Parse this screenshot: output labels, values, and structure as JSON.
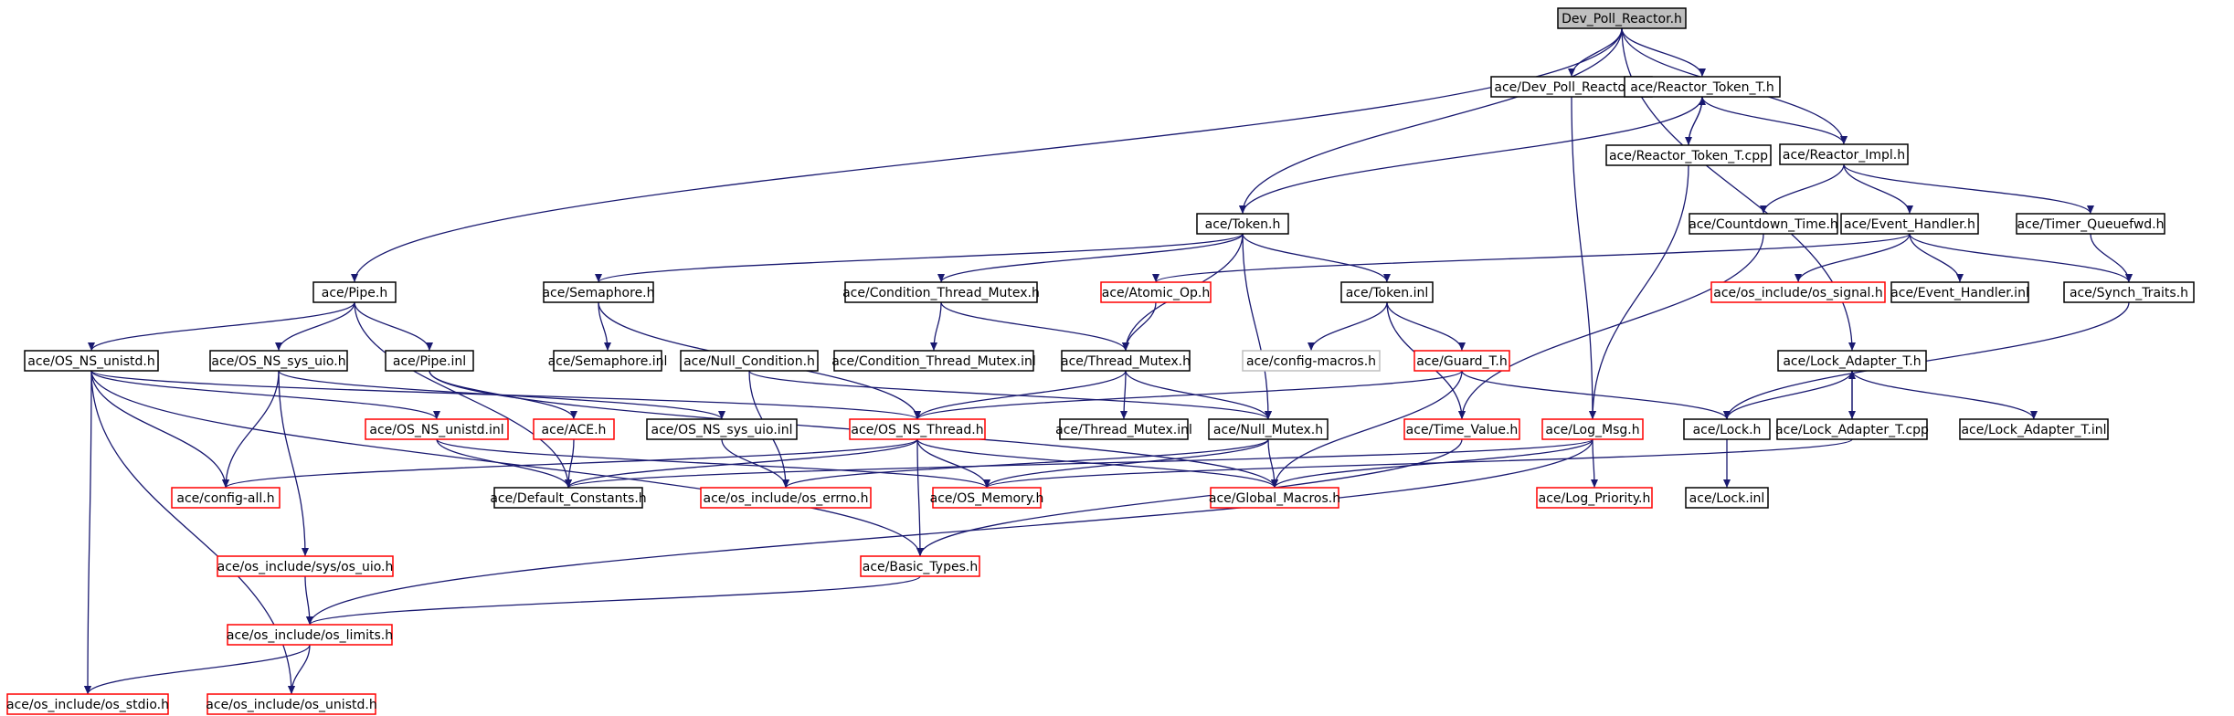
{
  "colors": {
    "edge": "#191970",
    "normal_border": "#000000",
    "truncated_border": "#ff0000",
    "external_border": "#bfbfbf",
    "root_fill": "#bfbfbf",
    "fill": "#ffffff"
  },
  "nodes": [
    {
      "id": "root",
      "label": "Dev_Poll_Reactor.h",
      "kind": "root"
    },
    {
      "id": "dpr_inl",
      "label": "ace/Dev_Poll_Reactor.inl",
      "kind": "normal"
    },
    {
      "id": "rtt_h",
      "label": "ace/Reactor_Token_T.h",
      "kind": "normal"
    },
    {
      "id": "rtt_cpp",
      "label": "ace/Reactor_Token_T.cpp",
      "kind": "normal"
    },
    {
      "id": "reactor_impl",
      "label": "ace/Reactor_Impl.h",
      "kind": "normal"
    },
    {
      "id": "token_h",
      "label": "ace/Token.h",
      "kind": "normal"
    },
    {
      "id": "countdown",
      "label": "ace/Countdown_Time.h",
      "kind": "normal"
    },
    {
      "id": "event_handler",
      "label": "ace/Event_Handler.h",
      "kind": "normal"
    },
    {
      "id": "timer_qfwd",
      "label": "ace/Timer_Queuefwd.h",
      "kind": "normal"
    },
    {
      "id": "pipe_h",
      "label": "ace/Pipe.h",
      "kind": "normal"
    },
    {
      "id": "semaphore_h",
      "label": "ace/Semaphore.h",
      "kind": "normal"
    },
    {
      "id": "ctm_h",
      "label": "ace/Condition_Thread_Mutex.h",
      "kind": "normal"
    },
    {
      "id": "atomic_op",
      "label": "ace/Atomic_Op.h",
      "kind": "truncated"
    },
    {
      "id": "token_inl",
      "label": "ace/Token.inl",
      "kind": "normal"
    },
    {
      "id": "os_signal",
      "label": "ace/os_include/os_signal.h",
      "kind": "truncated"
    },
    {
      "id": "eh_inl",
      "label": "ace/Event_Handler.inl",
      "kind": "normal"
    },
    {
      "id": "synch_traits",
      "label": "ace/Synch_Traits.h",
      "kind": "normal"
    },
    {
      "id": "os_ns_unistd_h",
      "label": "ace/OS_NS_unistd.h",
      "kind": "normal"
    },
    {
      "id": "os_ns_sys_uio_h",
      "label": "ace/OS_NS_sys_uio.h",
      "kind": "normal"
    },
    {
      "id": "pipe_inl",
      "label": "ace/Pipe.inl",
      "kind": "normal"
    },
    {
      "id": "semaphore_inl",
      "label": "ace/Semaphore.inl",
      "kind": "normal"
    },
    {
      "id": "null_condition",
      "label": "ace/Null_Condition.h",
      "kind": "normal"
    },
    {
      "id": "ctm_inl",
      "label": "ace/Condition_Thread_Mutex.inl",
      "kind": "normal"
    },
    {
      "id": "thread_mutex_h",
      "label": "ace/Thread_Mutex.h",
      "kind": "normal"
    },
    {
      "id": "config_macros",
      "label": "ace/config-macros.h",
      "kind": "external"
    },
    {
      "id": "guard_t",
      "label": "ace/Guard_T.h",
      "kind": "truncated"
    },
    {
      "id": "lock_adapter_h",
      "label": "ace/Lock_Adapter_T.h",
      "kind": "normal"
    },
    {
      "id": "os_ns_unistd_inl",
      "label": "ace/OS_NS_unistd.inl",
      "kind": "truncated"
    },
    {
      "id": "ace_h",
      "label": "ace/ACE.h",
      "kind": "truncated"
    },
    {
      "id": "os_ns_sys_uio_inl",
      "label": "ace/OS_NS_sys_uio.inl",
      "kind": "normal"
    },
    {
      "id": "os_ns_thread",
      "label": "ace/OS_NS_Thread.h",
      "kind": "truncated"
    },
    {
      "id": "thread_mutex_inl",
      "label": "ace/Thread_Mutex.inl",
      "kind": "normal"
    },
    {
      "id": "null_mutex",
      "label": "ace/Null_Mutex.h",
      "kind": "normal"
    },
    {
      "id": "time_value",
      "label": "ace/Time_Value.h",
      "kind": "truncated"
    },
    {
      "id": "log_msg",
      "label": "ace/Log_Msg.h",
      "kind": "truncated"
    },
    {
      "id": "lock_h",
      "label": "ace/Lock.h",
      "kind": "normal"
    },
    {
      "id": "lock_adapter_cpp",
      "label": "ace/Lock_Adapter_T.cpp",
      "kind": "normal"
    },
    {
      "id": "lock_adapter_inl",
      "label": "ace/Lock_Adapter_T.inl",
      "kind": "normal"
    },
    {
      "id": "config_all",
      "label": "ace/config-all.h",
      "kind": "truncated"
    },
    {
      "id": "default_constants",
      "label": "ace/Default_Constants.h",
      "kind": "normal"
    },
    {
      "id": "os_errno",
      "label": "ace/os_include/os_errno.h",
      "kind": "truncated"
    },
    {
      "id": "os_memory",
      "label": "ace/OS_Memory.h",
      "kind": "truncated"
    },
    {
      "id": "global_macros",
      "label": "ace/Global_Macros.h",
      "kind": "truncated"
    },
    {
      "id": "log_priority",
      "label": "ace/Log_Priority.h",
      "kind": "truncated"
    },
    {
      "id": "lock_inl",
      "label": "ace/Lock.inl",
      "kind": "normal"
    },
    {
      "id": "sys_os_uio",
      "label": "ace/os_include/sys/os_uio.h",
      "kind": "truncated"
    },
    {
      "id": "basic_types",
      "label": "ace/Basic_Types.h",
      "kind": "truncated"
    },
    {
      "id": "os_limits",
      "label": "ace/os_include/os_limits.h",
      "kind": "truncated"
    },
    {
      "id": "os_stdio",
      "label": "ace/os_include/os_stdio.h",
      "kind": "truncated"
    },
    {
      "id": "os_unistd",
      "label": "ace/os_include/os_unistd.h",
      "kind": "truncated"
    }
  ],
  "edges": [
    [
      "root",
      "dpr_inl"
    ],
    [
      "root",
      "rtt_h"
    ],
    [
      "root",
      "reactor_impl"
    ],
    [
      "root",
      "token_h"
    ],
    [
      "root",
      "pipe_h"
    ],
    [
      "root",
      "lock_adapter_h"
    ],
    [
      "dpr_inl",
      "log_msg"
    ],
    [
      "rtt_h",
      "token_h"
    ],
    [
      "rtt_h",
      "rtt_cpp"
    ],
    [
      "rtt_h",
      "reactor_impl"
    ],
    [
      "rtt_cpp",
      "rtt_h"
    ],
    [
      "rtt_cpp",
      "log_msg"
    ],
    [
      "reactor_impl",
      "countdown"
    ],
    [
      "reactor_impl",
      "event_handler"
    ],
    [
      "reactor_impl",
      "timer_qfwd"
    ],
    [
      "token_h",
      "semaphore_h"
    ],
    [
      "token_h",
      "ctm_h"
    ],
    [
      "token_h",
      "thread_mutex_h"
    ],
    [
      "token_h",
      "null_mutex"
    ],
    [
      "token_h",
      "token_inl"
    ],
    [
      "countdown",
      "time_value"
    ],
    [
      "event_handler",
      "atomic_op"
    ],
    [
      "event_handler",
      "os_signal"
    ],
    [
      "event_handler",
      "eh_inl"
    ],
    [
      "event_handler",
      "synch_traits"
    ],
    [
      "timer_qfwd",
      "synch_traits"
    ],
    [
      "pipe_h",
      "os_ns_unistd_h"
    ],
    [
      "pipe_h",
      "os_ns_sys_uio_h"
    ],
    [
      "pipe_h",
      "pipe_inl"
    ],
    [
      "pipe_h",
      "default_constants"
    ],
    [
      "semaphore_h",
      "semaphore_inl"
    ],
    [
      "semaphore_h",
      "os_ns_thread"
    ],
    [
      "ctm_h",
      "ctm_inl"
    ],
    [
      "ctm_h",
      "thread_mutex_h"
    ],
    [
      "atomic_op",
      "thread_mutex_h"
    ],
    [
      "token_inl",
      "config_macros"
    ],
    [
      "token_inl",
      "guard_t"
    ],
    [
      "token_inl",
      "time_value"
    ],
    [
      "synch_traits",
      "lock_h"
    ],
    [
      "os_ns_unistd_h",
      "os_ns_unistd_inl"
    ],
    [
      "os_ns_unistd_h",
      "config_all"
    ],
    [
      "os_ns_unistd_h",
      "basic_types"
    ],
    [
      "os_ns_unistd_h",
      "os_stdio"
    ],
    [
      "os_ns_unistd_h",
      "os_unistd"
    ],
    [
      "os_ns_unistd_h",
      "os_ns_thread"
    ],
    [
      "os_ns_sys_uio_h",
      "os_ns_sys_uio_inl"
    ],
    [
      "os_ns_sys_uio_h",
      "config_all"
    ],
    [
      "os_ns_sys_uio_h",
      "sys_os_uio"
    ],
    [
      "pipe_inl",
      "ace_h"
    ],
    [
      "pipe_inl",
      "global_macros"
    ],
    [
      "null_condition",
      "null_mutex"
    ],
    [
      "null_condition",
      "os_errno"
    ],
    [
      "thread_mutex_h",
      "os_ns_thread"
    ],
    [
      "thread_mutex_h",
      "thread_mutex_inl"
    ],
    [
      "thread_mutex_h",
      "null_mutex"
    ],
    [
      "guard_t",
      "lock_h"
    ],
    [
      "guard_t",
      "os_ns_thread"
    ],
    [
      "guard_t",
      "global_macros"
    ],
    [
      "lock_adapter_h",
      "lock_h"
    ],
    [
      "lock_adapter_h",
      "lock_adapter_cpp"
    ],
    [
      "lock_adapter_h",
      "lock_adapter_inl"
    ],
    [
      "lock_adapter_cpp",
      "lock_adapter_h"
    ],
    [
      "lock_adapter_cpp",
      "os_memory"
    ],
    [
      "os_ns_unistd_inl",
      "os_memory"
    ],
    [
      "os_ns_unistd_inl",
      "default_constants"
    ],
    [
      "ace_h",
      "default_constants"
    ],
    [
      "os_ns_sys_uio_inl",
      "os_errno"
    ],
    [
      "os_ns_thread",
      "config_all"
    ],
    [
      "os_ns_thread",
      "default_constants"
    ],
    [
      "os_ns_thread",
      "os_memory"
    ],
    [
      "os_ns_thread",
      "global_macros"
    ],
    [
      "os_ns_thread",
      "basic_types"
    ],
    [
      "null_mutex",
      "os_errno"
    ],
    [
      "null_mutex",
      "os_memory"
    ],
    [
      "null_mutex",
      "global_macros"
    ],
    [
      "time_value",
      "basic_types"
    ],
    [
      "log_msg",
      "default_constants"
    ],
    [
      "log_msg",
      "log_priority"
    ],
    [
      "log_msg",
      "os_limits"
    ],
    [
      "log_msg",
      "global_macros"
    ],
    [
      "lock_h",
      "lock_inl"
    ],
    [
      "sys_os_uio",
      "os_limits"
    ],
    [
      "basic_types",
      "os_limits"
    ],
    [
      "os_limits",
      "os_stdio"
    ],
    [
      "os_limits",
      "os_unistd"
    ]
  ]
}
